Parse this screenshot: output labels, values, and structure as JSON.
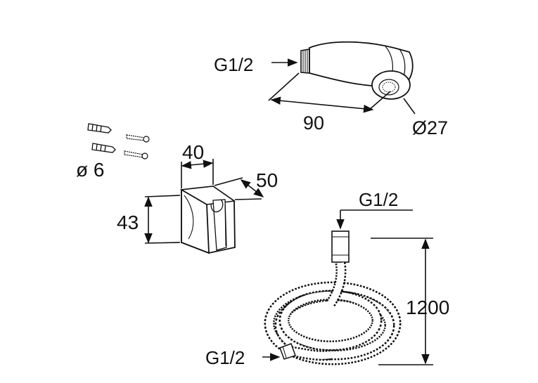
{
  "diagram": {
    "ink_color": "#111111",
    "shower_head": {
      "inlet_thread": "G1/2",
      "length": "90",
      "diameter": "Ø27"
    },
    "anchors": {
      "diameter": "ø 6"
    },
    "holder": {
      "width": "40",
      "depth": "50",
      "height": "43"
    },
    "hose": {
      "top_thread": "G1/2",
      "bottom_thread": "G1/2",
      "length": "1200"
    }
  }
}
